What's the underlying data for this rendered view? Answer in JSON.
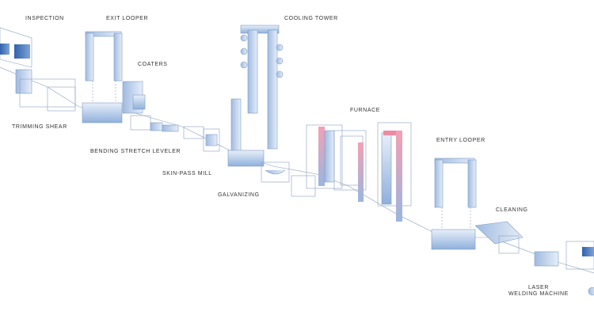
{
  "title": "Continuous galvanizing line",
  "labels": {
    "inspection": "INSPECTION",
    "exit_looper": "EXIT LOOPER",
    "coaters": "COATERS",
    "cooling_tower": "COOLING TOWER",
    "furnace": "FURNACE",
    "trimming_shear": "TRIMMING SHEAR",
    "bending_stretch_leveler": "BENDING STRETCH LEVELER",
    "skin_pass_mill": "SKIN-PASS MILL",
    "galvanizing": "GALVANIZING",
    "entry_looper": "ENTRY LOOPER",
    "cleaning": "CLEANING",
    "laser_welding_1": "LASER",
    "laser_welding_2": "WELDING MACHINE"
  },
  "colors": {
    "steel_blue": "#4f7fc0",
    "light_blue": "#dce7f5",
    "outline": "#8aa0bf",
    "furnace_red": "#f08aa0",
    "furnace_yellow": "#fbe98a"
  }
}
